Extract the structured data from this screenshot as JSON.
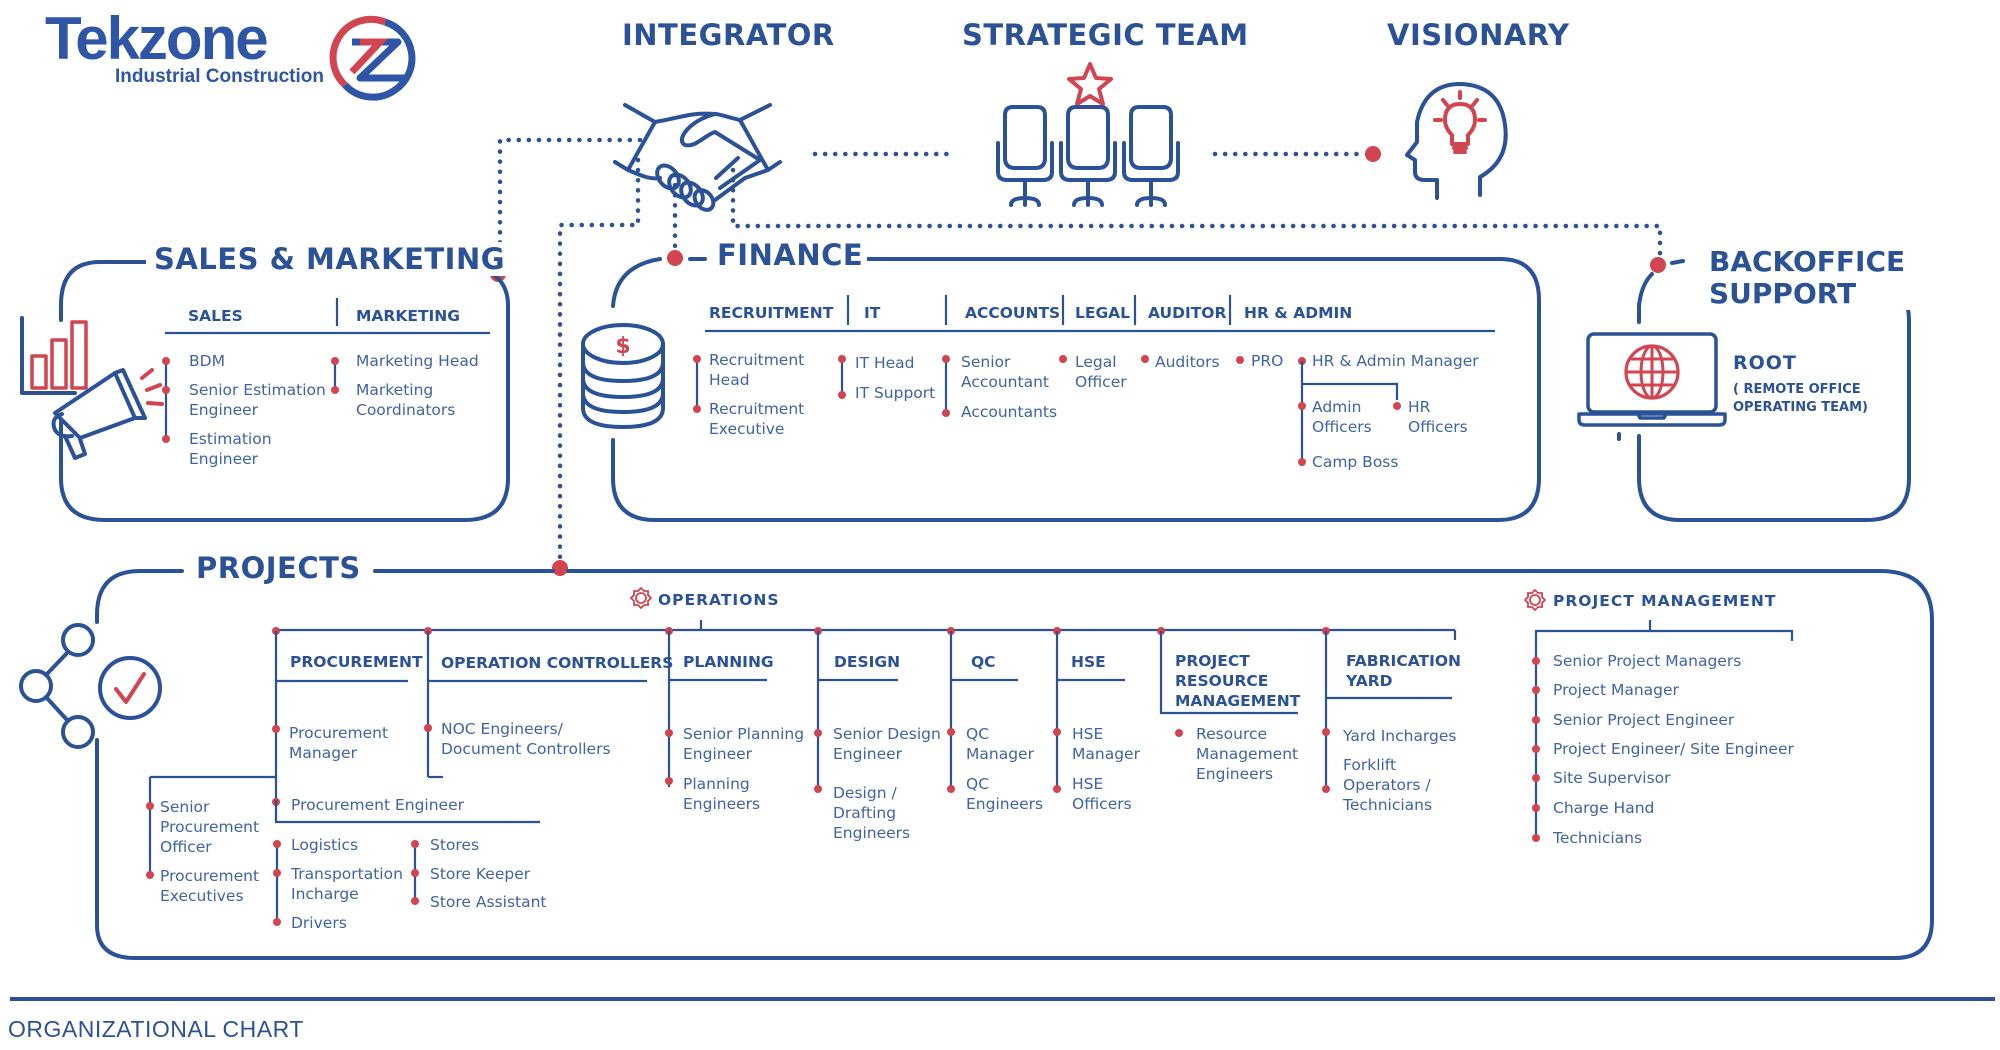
{
  "brand": {
    "name": "Tekzone",
    "tagline": "Industrial Construction",
    "colors": {
      "primary": "#2b5197",
      "accent": "#d04550"
    }
  },
  "top": {
    "integrator": {
      "label": "INTEGRATOR",
      "icon": "handshake-icon"
    },
    "strategic_team": {
      "label": "STRATEGIC TEAM",
      "icon": "chairs-star-icon"
    },
    "visionary": {
      "label": "VISIONARY",
      "icon": "head-lightbulb-icon"
    }
  },
  "sales_marketing": {
    "title": "SALES & MARKETING",
    "icon": "megaphone-chart-icon",
    "columns": [
      {
        "heading": "SALES",
        "items": [
          "BDM",
          "Senior Estimation Engineer",
          "Estimation Engineer"
        ]
      },
      {
        "heading": "MARKETING",
        "items": [
          "Marketing Head",
          "Marketing Coordinators"
        ]
      }
    ]
  },
  "finance": {
    "title": "FINANCE",
    "icon": "coin-stack-icon",
    "columns": [
      {
        "heading": "RECRUITMENT",
        "items": [
          "Recruitment Head",
          "Recruitment Executive"
        ]
      },
      {
        "heading": "IT",
        "items": [
          "IT Head",
          "IT Support"
        ]
      },
      {
        "heading": "ACCOUNTS",
        "items": [
          "Senior Accountant",
          "Accountants"
        ]
      },
      {
        "heading": "LEGAL",
        "items": [
          "Legal Officer"
        ]
      },
      {
        "heading": "AUDITOR",
        "items": [
          "Auditors"
        ]
      },
      {
        "heading": "HR & ADMIN",
        "items": [
          "PRO",
          "HR & Admin Manager",
          "Admin Officers",
          "HR Officers",
          "Camp Boss"
        ]
      }
    ]
  },
  "backoffice": {
    "title_line1": "BACKOFFICE",
    "title_line2": "SUPPORT",
    "icon": "laptop-globe-icon",
    "root_label": "ROOT",
    "root_sub1": "( REMOTE OFFICE",
    "root_sub2": "OPERATING TEAM)"
  },
  "projects": {
    "title": "PROJECTS",
    "icon": "network-check-icon",
    "operations": {
      "label": "OPERATIONS",
      "departments": [
        {
          "heading": "PROCUREMENT",
          "items": [
            "Procurement Manager",
            "Procurement Engineer"
          ]
        },
        {
          "heading": "OPERATION CONTROLLERS",
          "items": [
            "NOC Engineers/ Document Controllers"
          ]
        },
        {
          "heading": "PLANNING",
          "items": [
            "Senior Planning Engineer",
            "Planning Engineers"
          ]
        },
        {
          "heading": "DESIGN",
          "items": [
            "Senior Design Engineer",
            "Design / Drafting Engineers"
          ]
        },
        {
          "heading": "QC",
          "items": [
            "QC Manager",
            "QC Engineers"
          ]
        },
        {
          "heading": "HSE",
          "items": [
            "HSE Manager",
            "HSE Officers"
          ]
        },
        {
          "heading": "PROJECT RESOURCE MANAGEMENT",
          "items": [
            "Resource Management Engineers"
          ]
        },
        {
          "heading": "FABRICATION YARD",
          "items": [
            "Yard Incharges",
            "Forklift Operators / Technicians"
          ]
        }
      ],
      "procurement_sub": {
        "officers": [
          "Senior Procurement Officer",
          "Procurement Executives"
        ],
        "logistics": [
          "Logistics",
          "Transportation Incharge",
          "Drivers"
        ],
        "stores": [
          "Stores",
          "Store Keeper",
          "Store Assistant"
        ]
      }
    },
    "project_management": {
      "label": "PROJECT MANAGEMENT",
      "items": [
        "Senior Project Managers",
        "Project Manager",
        "Senior Project Engineer",
        "Project Engineer/ Site Engineer",
        "Site Supervisor",
        "Charge Hand",
        "Technicians"
      ]
    }
  },
  "footer": {
    "label": "ORGANIZATIONAL CHART"
  }
}
